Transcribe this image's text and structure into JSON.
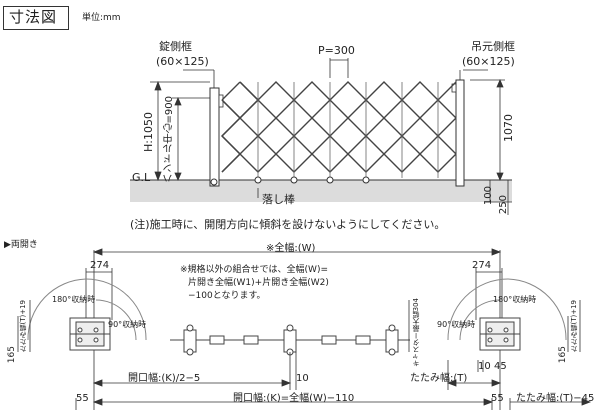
{
  "header": {
    "title": "寸法図",
    "unit": "単位:mm"
  },
  "elevation": {
    "latch_post_label": "錠側框",
    "latch_post_size": "(60×125)",
    "pitch": "P=300",
    "hinge_post_label": "吊元側框",
    "hinge_post_size": "(60×125)",
    "height_label": "H:1050",
    "handle_center": "ハンドル中心=900",
    "right_height": "1070",
    "gl": "G.L",
    "drop_rod": "落し棒",
    "dim_100": "100",
    "dim_250": "250",
    "note": "(注)施工時に、開閉方向に傾斜を設けないようにしてください。"
  },
  "plan": {
    "section_label": "▶両開き",
    "total_width": "※全幅:(W)",
    "combo_note_1": "※規格以外の組合せでは、全幅(W)=",
    "combo_note_2": "片開き全幅(W1)+片開き全幅(W2)",
    "combo_note_3": "−100となります。",
    "left_274": "274",
    "right_274": "274",
    "storage_180_left": "180°収納時",
    "storage_90_left": "90°収納時",
    "storage_180_right": "180°収納時",
    "storage_90_right": "90°収納時",
    "fold_width_t19_left": "たたみ幅(T)+19",
    "fold_width_t19_right": "たたみ幅(T)+19",
    "dim_165_left": "165",
    "dim_165_right": "165",
    "caster_max": "キャスター最大幅304",
    "opening_half": "開口幅:(K)/2−5",
    "center_gap": "10",
    "fold_width_t": "たたみ幅:(T)",
    "dim_10_right": "10",
    "dim_45_right": "45",
    "dim_55_left": "55",
    "opening_full": "開口幅:(K)=全幅(W)−110",
    "dim_55_right": "55",
    "fold_width_t45": "たたみ幅:(T)−45"
  }
}
